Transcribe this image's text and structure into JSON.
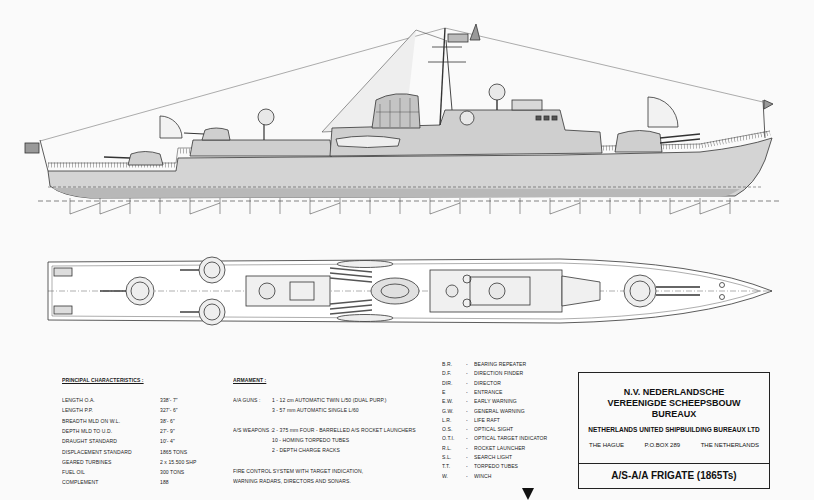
{
  "diagram": {
    "nodes": [
      {
        "text": [
          "N.V. NEDERLANDSCHE VEREENIGDE SCHEEPSBOUW BUREAUX",
          "NETHERLANDS UNITED SHIPBUILDING BUREAUX LTD",
          "THE HAGUE",
          "P.O.BOX 289",
          "THE NETHERLANDS"
        ]
      },
      {
        "text": [
          "A/S-A/A FRIGATE (1865Ts)"
        ]
      }
    ],
    "labels": [
      "PRINCIPAL CHARACTERISTICS :",
      "LENGTH O.A.",
      "338'- 7\"",
      "LENGTH P.P.",
      "327'- 6\"",
      "BREADTH MLD ON W.L.",
      "38'- 6\"",
      "DEPTH MLD TO U.D.",
      "27'- 9\"",
      "DRAUGHT STANDARD",
      "10'- 4\"",
      "DISPLACEMENT STANDARD",
      "1865 TONS",
      "GEARED TURBINES",
      "2 x 15.500 SHP",
      "FUEL OIL",
      "300 TONS",
      "COMPLEMENT",
      "188",
      "ARMAMENT :",
      "A/A GUNS :",
      "1 - 12 cm AUTOMATIC TWIN L/50 (DUAL PURP.)",
      "3 - 57 mm AUTOMATIC SINGLE L/60",
      "A/S WEAPONS :",
      "2 - 375 mm FOUR - BARRELLED A/S ROCKET LAUNCHERS",
      "10 - HOMING TORPEDO TUBES",
      "2 - DEPTH CHARGE RACKS",
      "FIRE CONTROL SYSTEM WITH TARGET INDICATION,",
      "WARNING RADARS, DIRECTORS AND SONARS.",
      "B.R.",
      "-",
      "BEARING REPEATER",
      "D.F.",
      "-",
      "DIRECTION FINDER",
      "DIR.",
      "-",
      "DIRECTOR",
      "E",
      "-",
      "ENTRANCE",
      "E.W.",
      "-",
      "EARLY WARNING",
      "G.W.",
      "-",
      "GENERAL WARNING",
      "L.R.",
      "-",
      "LIFE RAFT",
      "O.S.",
      "-",
      "OPTICAL SIGHT",
      "O.T.I.",
      "-",
      "OPTICAL TARGET INDICATOR",
      "R.L.",
      "-",
      "ROCKET LAUNCHER",
      "S.L.",
      "-",
      "SEARCH LIGHT",
      "T.T.",
      "-",
      "TORPEDO TUBES",
      "W.",
      "-",
      "WINCH"
    ]
  }
}
